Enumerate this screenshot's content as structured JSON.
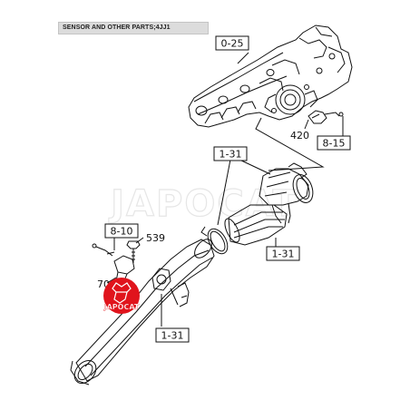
{
  "header": {
    "title": "SENSOR AND OTHER PARTS;4JJ1"
  },
  "callouts": {
    "boxed": [
      {
        "id": "manifold",
        "text": "0-25"
      },
      {
        "id": "clip-right",
        "text": "8-15"
      },
      {
        "id": "hose-top",
        "text": "1-31"
      },
      {
        "id": "hose-mid",
        "text": "1-31"
      },
      {
        "id": "sensor-bracket",
        "text": "8-10"
      },
      {
        "id": "pipe",
        "text": "1-31"
      }
    ],
    "plain": [
      {
        "id": "part-420",
        "text": "420"
      },
      {
        "id": "part-539",
        "text": "539"
      },
      {
        "id": "part-70",
        "text": "70"
      }
    ]
  },
  "watermark": {
    "center_text": "JAPOCAT",
    "badge_text": "JAPOCAT",
    "badge_color": "#e0141c"
  },
  "colors": {
    "line": "#111111",
    "box_border": "#111111"
  }
}
